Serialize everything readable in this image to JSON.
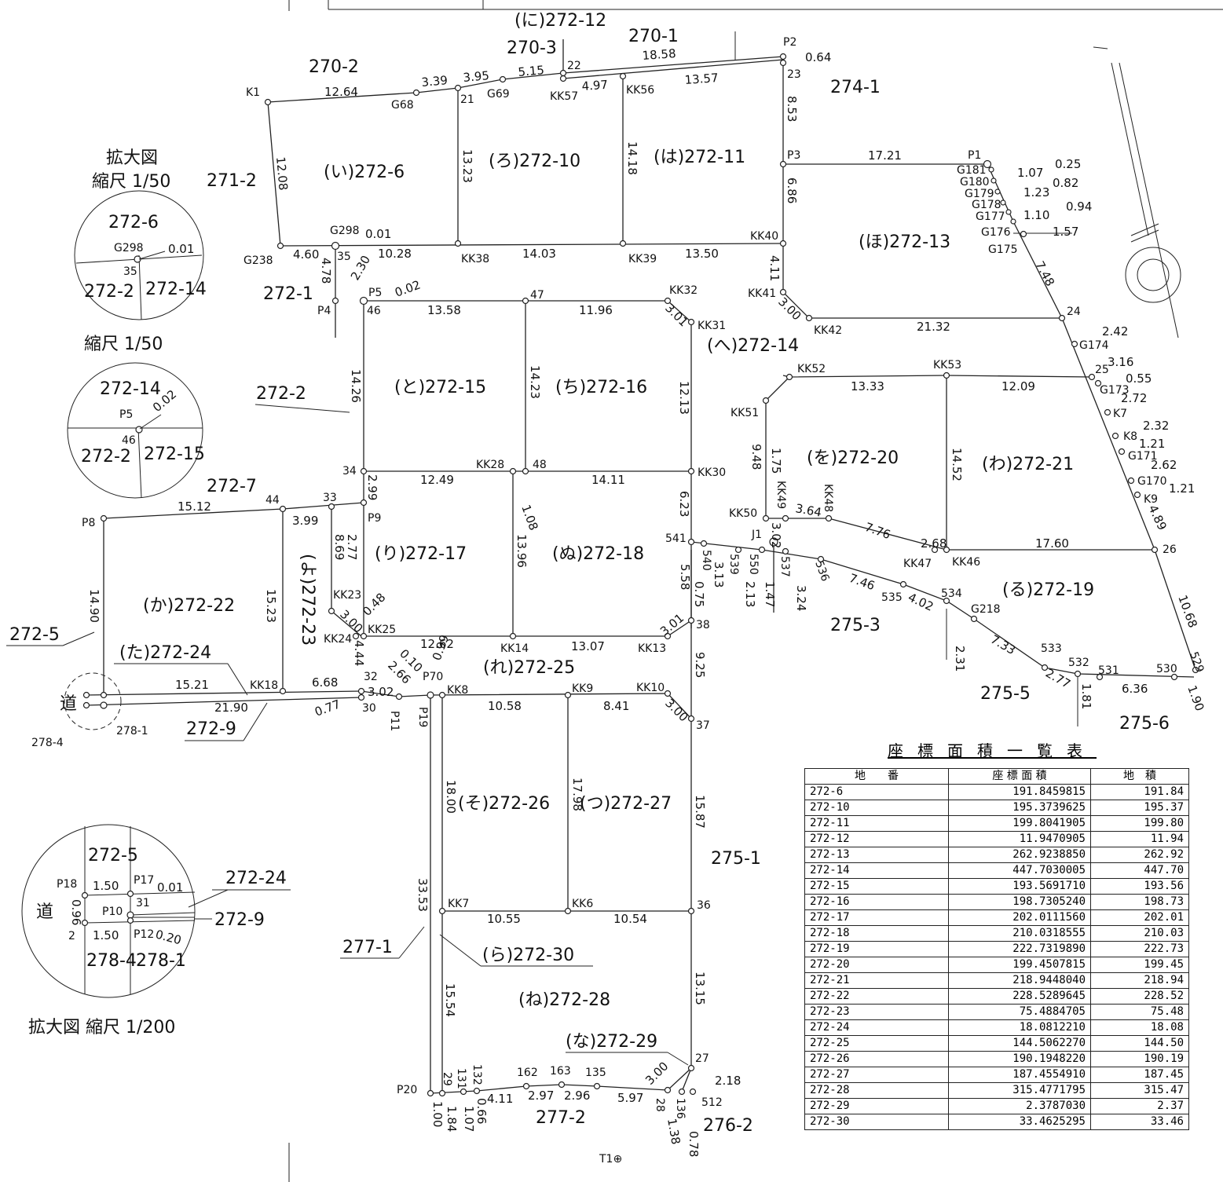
{
  "parcels": [
    {
      "label": "(い)272-6"
    },
    {
      "label": "(ろ)272-10"
    },
    {
      "label": "(は)272-11"
    },
    {
      "label": "(に)272-12"
    },
    {
      "label": "(ほ)272-13"
    },
    {
      "label": "(へ)272-14"
    },
    {
      "label": "(と)272-15"
    },
    {
      "label": "(ち)272-16"
    },
    {
      "label": "(り)272-17"
    },
    {
      "label": "(ぬ)272-18"
    },
    {
      "label": "(る)272-19"
    },
    {
      "label": "(を)272-20"
    },
    {
      "label": "(わ)272-21"
    },
    {
      "label": "(か)272-22"
    },
    {
      "label": "(よ)272-23"
    },
    {
      "label": "(た)272-24"
    },
    {
      "label": "(れ)272-25"
    },
    {
      "label": "(そ)272-26"
    },
    {
      "label": "(つ)272-27"
    },
    {
      "label": "(ね)272-28"
    },
    {
      "label": "(な)272-29"
    },
    {
      "label": "(ら)272-30"
    }
  ],
  "neighbors": [
    "270-2",
    "270-3",
    "270-1",
    "274-1",
    "271-2",
    "272-1",
    "272-2",
    "272-7",
    "272-5",
    "275-3",
    "275-5",
    "275-6",
    "275-1",
    "277-1",
    "277-2",
    "276-2",
    "278-1",
    "278-4",
    "272-9",
    "道"
  ],
  "points": [
    "K1",
    "G68",
    "21",
    "G69",
    "22",
    "KK57",
    "KK56",
    "P2",
    "23",
    "P3",
    "P1",
    "G181",
    "G180",
    "G179",
    "G178",
    "G177",
    "G176",
    "G175",
    "G238",
    "G298",
    "35",
    "KK38",
    "KK39",
    "KK40",
    "P4",
    "P5",
    "46",
    "47",
    "KK32",
    "KK31",
    "KK41",
    "KK42",
    "24",
    "G174",
    "25",
    "G173",
    "K7",
    "K8",
    "G171",
    "G170",
    "K9",
    "26",
    "KK52",
    "KK53",
    "KK51",
    "KK30",
    "KK50",
    "J1",
    "KK49",
    "KK48",
    "KK47",
    "KK46",
    "541",
    "540",
    "539",
    "550",
    "537",
    "536",
    "535",
    "534",
    "G218",
    "533",
    "532",
    "531",
    "530",
    "529",
    "34",
    "KK28",
    "48",
    "33",
    "44",
    "P8",
    "P9",
    "KK23",
    "KK24",
    "KK25",
    "KK14",
    "KK13",
    "38",
    "32",
    "30",
    "P11",
    "P19",
    "P70",
    "KK8",
    "KK9",
    "KK10",
    "37",
    "KK18",
    "36",
    "KK7",
    "KK6",
    "27",
    "P20",
    "29",
    "131",
    "132",
    "162",
    "163",
    "135",
    "28",
    "136",
    "512",
    "T1⊕"
  ],
  "dimensions": [
    "12.64",
    "3.39",
    "3.95",
    "5.15",
    "18.58",
    "0.64",
    "4.97",
    "13.57",
    "8.53",
    "17.21",
    "0.25",
    "1.07",
    "0.82",
    "1.23",
    "0.94",
    "1.10",
    "1.57",
    "12.08",
    "13.23",
    "14.18",
    "6.86",
    "4.60",
    "0.01",
    "10.28",
    "14.03",
    "13.50",
    "4.78",
    "2.30",
    "0.02",
    "13.58",
    "11.96",
    "3.01",
    "4.11",
    "3.00",
    "21.32",
    "2.42",
    "7.48",
    "3.16",
    "0.55",
    "2.72",
    "2.32",
    "1.21",
    "2.62",
    "1.21",
    "4.89",
    "13.33",
    "12.09",
    "14.26",
    "14.23",
    "12.13",
    "9.48",
    "1.75",
    "14.52",
    "12.49",
    "14.11",
    "1.08",
    "6.23",
    "2.99",
    "15.12",
    "3.99",
    "2.77",
    "8.69",
    "3.64",
    "7.76",
    "2.68",
    "17.60",
    "13.96",
    "3.02",
    "5.58",
    "0.75",
    "3.13",
    "2.13",
    "1.47",
    "3.24",
    "7.46",
    "4.02",
    "10.68",
    "15.23",
    "14.90",
    "3.00",
    "0.48",
    "4.44",
    "12.62",
    "13.07",
    "3.01",
    "2.31",
    "7.33",
    "2.77",
    "1.81",
    "6.36",
    "1.90",
    "9.25",
    "0.10",
    "0.99",
    "2.66",
    "15.21",
    "6.68",
    "3.02",
    "21.90",
    "0.77",
    "10.58",
    "8.41",
    "3.00",
    "18.00",
    "17.98",
    "15.87",
    "33.53",
    "10.55",
    "10.54",
    "15.54",
    "13.15",
    "4.11",
    "2.97",
    "2.96",
    "5.97",
    "3.00",
    "2.18",
    "1.38",
    "0.78",
    "1.00",
    "1.84",
    "1.07",
    "0.66"
  ],
  "insets": {
    "inset1_title": "拡大図",
    "inset1_scale": "縮尺 1/50",
    "inset1_labels": [
      "272-6",
      "G298",
      "0.01",
      "35",
      "272-2",
      "272-14"
    ],
    "inset2_scale": "縮尺 1/50",
    "inset2_labels": [
      "272-14",
      "0.02",
      "P5",
      "46",
      "272-2",
      "272-15"
    ],
    "inset3_labels": [
      "272-5",
      "P18",
      "1.50",
      "P17",
      "0.01",
      "31",
      "0.96",
      "P10",
      "道",
      "2",
      "1.50",
      "P12",
      "0.20",
      "278-4",
      "278-1",
      "272-24",
      "272-9"
    ],
    "inset3_caption": "拡大図  縮尺 1/200"
  },
  "table": {
    "title": "座標面積一覧表",
    "headers": [
      "地　　番",
      "座 標 面 積",
      "地　積"
    ],
    "rows": [
      [
        "272-6",
        "191.8459815",
        "191.84"
      ],
      [
        "272-10",
        "195.3739625",
        "195.37"
      ],
      [
        "272-11",
        "199.8041905",
        "199.80"
      ],
      [
        "272-12",
        "11.9470905",
        "11.94"
      ],
      [
        "272-13",
        "262.9238850",
        "262.92"
      ],
      [
        "272-14",
        "447.7030005",
        "447.70"
      ],
      [
        "272-15",
        "193.5691710",
        "193.56"
      ],
      [
        "272-16",
        "198.7305240",
        "198.73"
      ],
      [
        "272-17",
        "202.0111560",
        "202.01"
      ],
      [
        "272-18",
        "210.0318555",
        "210.03"
      ],
      [
        "272-19",
        "222.7319890",
        "222.73"
      ],
      [
        "272-20",
        "199.4507815",
        "199.45"
      ],
      [
        "272-21",
        "218.9448040",
        "218.94"
      ],
      [
        "272-22",
        "228.5289645",
        "228.52"
      ],
      [
        "272-23",
        "75.4884705",
        "75.48"
      ],
      [
        "272-24",
        "18.0812210",
        "18.08"
      ],
      [
        "272-25",
        "144.5062270",
        "144.50"
      ],
      [
        "272-26",
        "190.1948220",
        "190.19"
      ],
      [
        "272-27",
        "187.4554910",
        "187.45"
      ],
      [
        "272-28",
        "315.4771795",
        "315.47"
      ],
      [
        "272-29",
        "2.3787030",
        "2.37"
      ],
      [
        "272-30",
        "33.4625295",
        "33.46"
      ]
    ]
  }
}
